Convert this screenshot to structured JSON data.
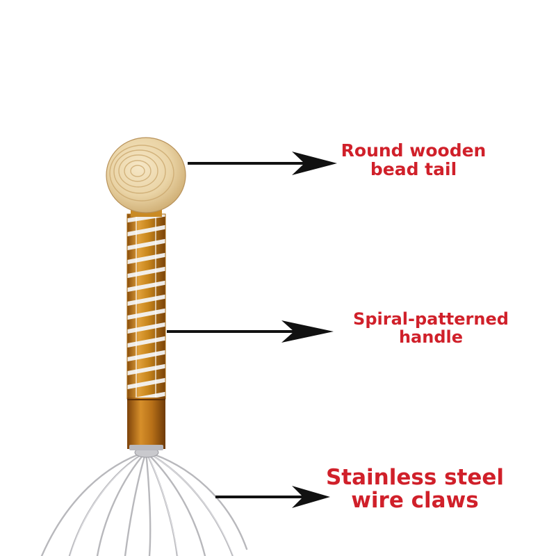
{
  "annotations": [
    {
      "id": "bead",
      "lines": [
        "Round wooden",
        "bead tail"
      ]
    },
    {
      "id": "handle",
      "lines": [
        "Spiral-patterned",
        "handle"
      ]
    },
    {
      "id": "claws",
      "lines": [
        "Stainless steel",
        "wire claws"
      ]
    }
  ],
  "colors": {
    "label_text": "#d0202a",
    "arrow": "#111111",
    "wood": "#e9d3a4",
    "handle_gold": "#c8861c",
    "wire": "#b8b8bc"
  }
}
